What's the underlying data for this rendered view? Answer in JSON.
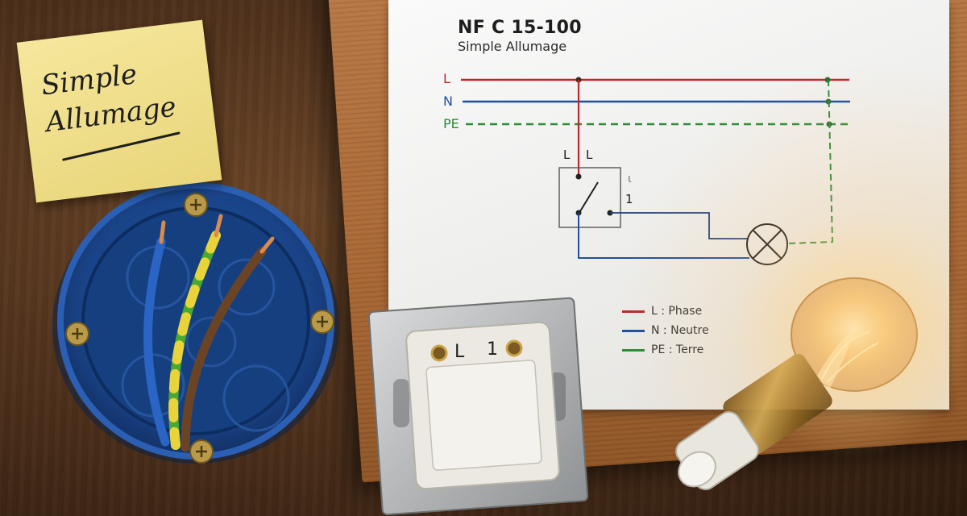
{
  "diagram": {
    "title": "NF C 15-100",
    "subtitle": "Simple Allumage",
    "lines": [
      {
        "label": "L",
        "color": "#c0272d"
      },
      {
        "label": "N",
        "color": "#1f4fa3"
      },
      {
        "label": "PE",
        "color": "#2e8b3a"
      }
    ],
    "switch_terminals": {
      "left": "L",
      "right": "L",
      "out_top": "ι",
      "out_bottom": "1"
    },
    "legend": [
      {
        "text": "L : Phase",
        "color": "#c0272d"
      },
      {
        "text": "N : Neutre",
        "color": "#1f4fa3"
      },
      {
        "text": "PE : Terre",
        "color": "#2e8b3a"
      }
    ]
  },
  "note": {
    "line1": "Simple",
    "line2": "Allumage",
    "color": "#f0df8a"
  },
  "switch_plate": {
    "terminal_left": "L",
    "terminal_right": "1"
  },
  "icons": [
    "junction-box-icon",
    "wall-switch-icon",
    "light-bulb-icon",
    "lamp-symbol-icon"
  ],
  "wire_colors": {
    "neutral": "#2a64c4",
    "earth_green": "#4aa832",
    "earth_yellow": "#e8d43a",
    "phase": "#6b4426"
  }
}
